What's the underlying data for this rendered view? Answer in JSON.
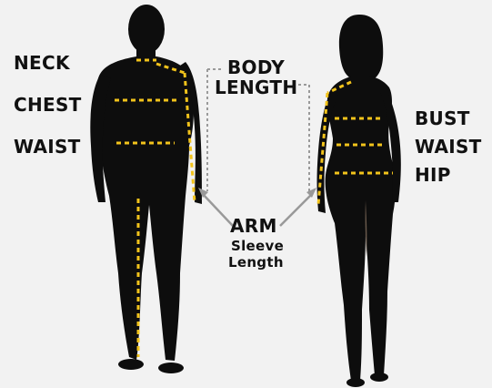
{
  "labels": {
    "neck": "NECK",
    "chest": "CHEST",
    "waist_left": "WAIST",
    "body": "BODY",
    "length": "LENGTH",
    "bust": "BUST",
    "waist_right": "WAIST",
    "hip": "HIP",
    "arm": "ARM",
    "sleeve": "Sleeve",
    "sleeve_length": "Length"
  },
  "colors": {
    "background": "#f2f2f2",
    "silhouette": "#0d0d0d",
    "measure_line": "#f2c31b",
    "guide_line": "#9a9a9a",
    "arrow": "#999999"
  }
}
